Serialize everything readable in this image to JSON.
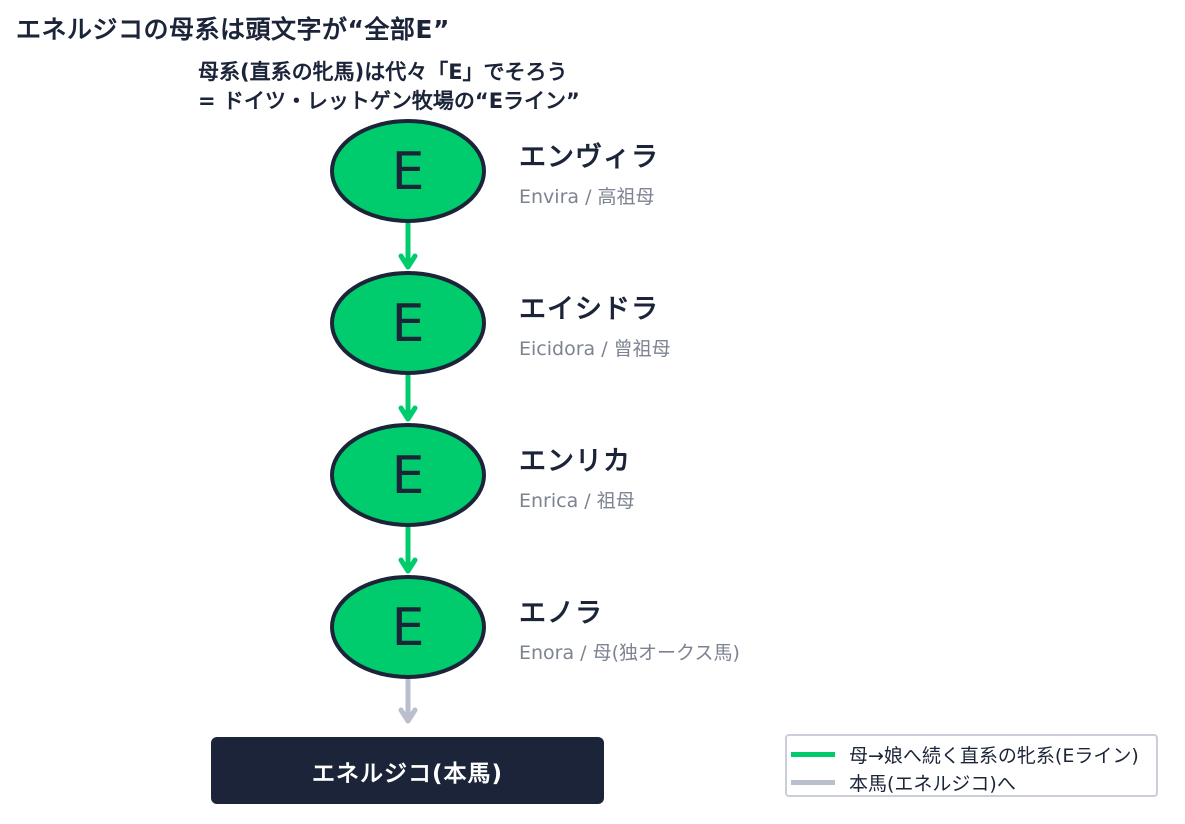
{
  "title": "エネルジコの母系は頭文字が“全部E”",
  "subtitle_lines": [
    "母系(直系の牝馬)は代々「E」でそろう",
    "= ドイツ・レットゲン牧場の“Eライン”"
  ],
  "colors": {
    "lineage_green": "#00cc6e",
    "node_border": "#1b2438",
    "arrow_grey": "#b9bfcc",
    "dark_box": "#1b2438",
    "sub_text": "#7d8391"
  },
  "nodes": [
    {
      "letter": "E",
      "name": "エンヴィラ",
      "sub": "Envira / 高祖母"
    },
    {
      "letter": "E",
      "name": "エイシドラ",
      "sub": "Eicidora / 曾祖母"
    },
    {
      "letter": "E",
      "name": "エンリカ",
      "sub": "Enrica / 祖母"
    },
    {
      "letter": "E",
      "name": "エノラ",
      "sub": "Enora / 母(独オークス馬)"
    }
  ],
  "target": {
    "label": "エネルジコ(本馬)"
  },
  "legend": {
    "items": [
      {
        "label": "母→娘へ続く直系の牝系(Eライン)",
        "color": "#00cc6e"
      },
      {
        "label": "本馬(エネルジコ)へ",
        "color": "#b9bfcc"
      }
    ]
  }
}
